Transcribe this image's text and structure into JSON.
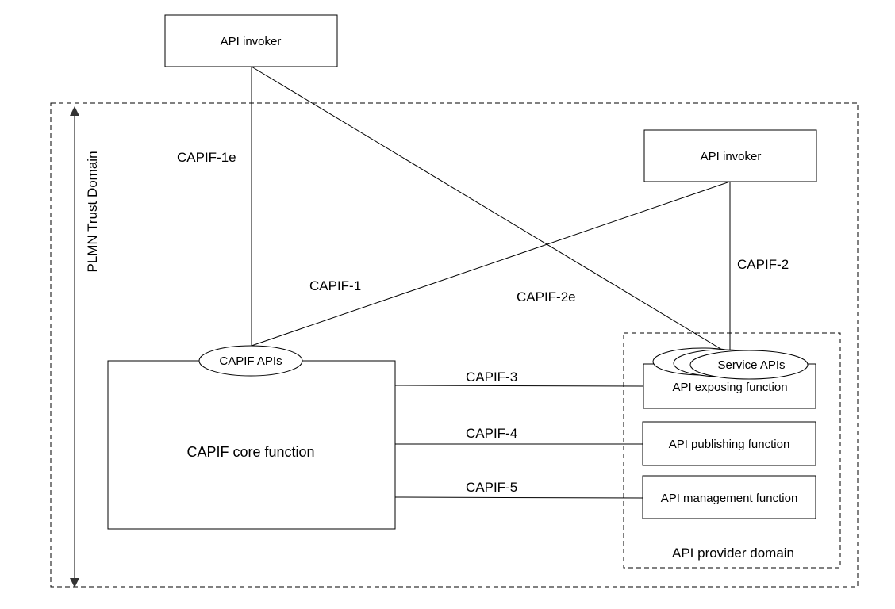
{
  "nodes": {
    "api_invoker_external": "API invoker",
    "api_invoker_internal": "API invoker",
    "capif_apis": "CAPIF APIs",
    "capif_core_function": "CAPIF core function",
    "service_apis": "Service APIs",
    "api_exposing_function": "API exposing function",
    "api_publishing_function": "API publishing function",
    "api_management_function": "API management function"
  },
  "domains": {
    "plmn_trust_domain": "PLMN Trust Domain",
    "api_provider_domain": "API provider domain"
  },
  "interfaces": {
    "capif_1e": "CAPIF-1e",
    "capif_1": "CAPIF-1",
    "capif_2e": "CAPIF-2e",
    "capif_2": "CAPIF-2",
    "capif_3": "CAPIF-3",
    "capif_4": "CAPIF-4",
    "capif_5": "CAPIF-5"
  }
}
